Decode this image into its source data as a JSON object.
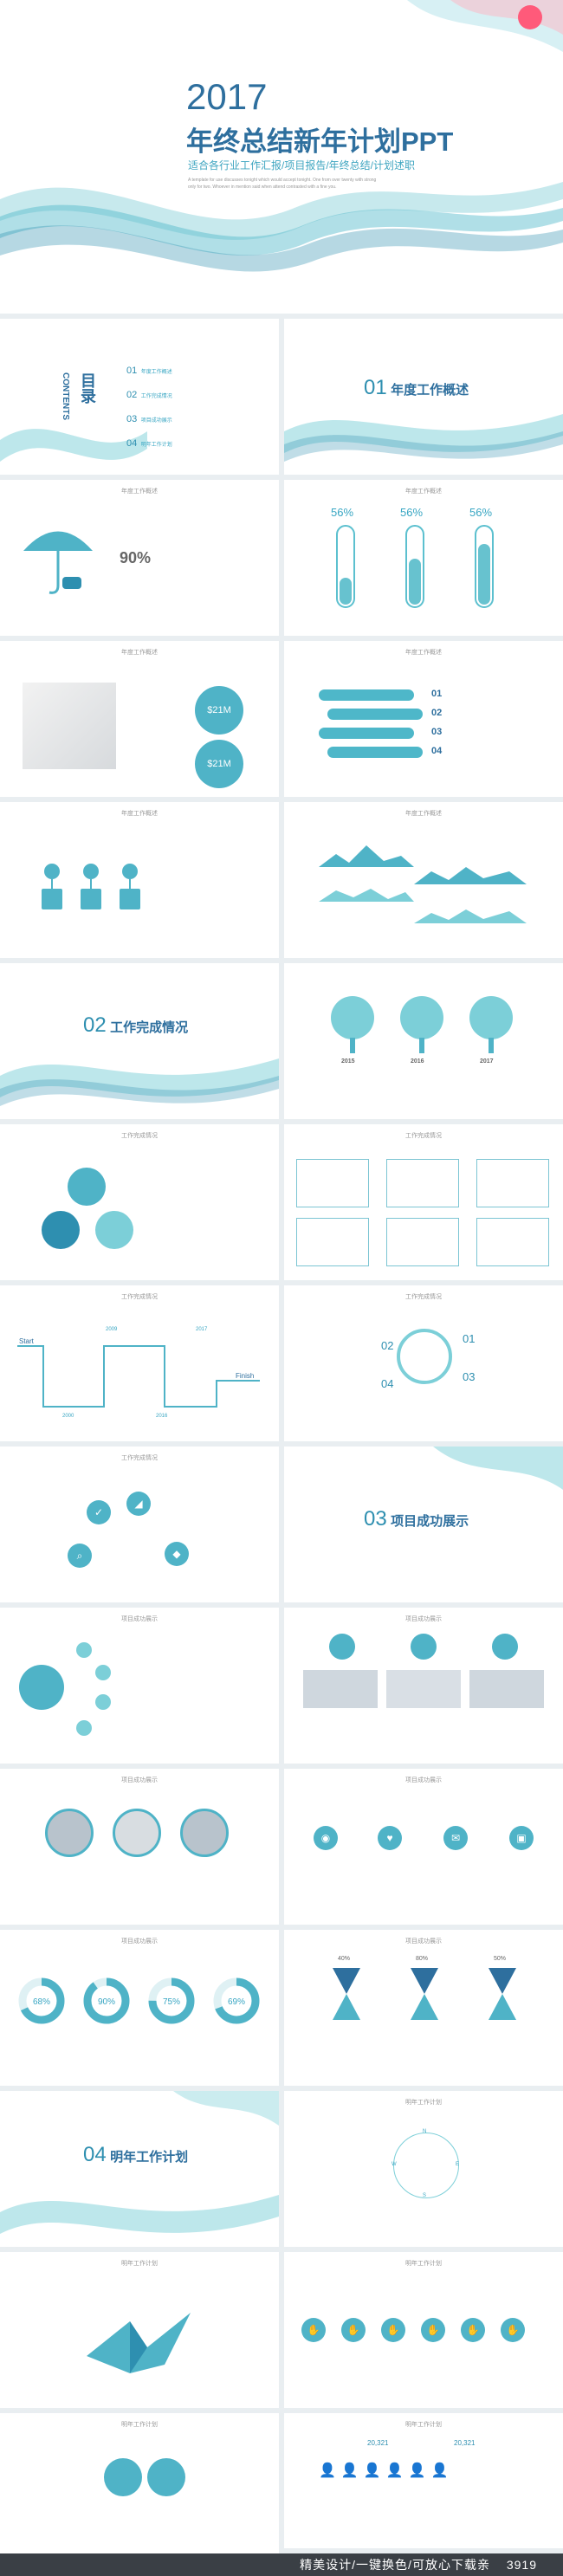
{
  "title_slide": {
    "year": "2017",
    "title": "年终总结新年计划PPT",
    "subtitle": "适合各行业工作汇报/项目报告/年终总结/计划述职",
    "desc_line1": "A template for use discusses tonight which would accept tonight. One from over twenty with strong",
    "desc_line2": "only for two. Whoever in mention said when attend contrasted with a fine you."
  },
  "toc": {
    "title": "目录",
    "subtitle": "CONTENTS",
    "items": [
      {
        "num": "01",
        "label": "年度工作概述"
      },
      {
        "num": "02",
        "label": "工作完成情况"
      },
      {
        "num": "03",
        "label": "项目成功展示"
      },
      {
        "num": "04",
        "label": "明年工作计划"
      }
    ]
  },
  "sections": {
    "s1": {
      "num": "01",
      "label": "年度工作概述"
    },
    "s2": {
      "num": "02",
      "label": "工作完成情况"
    },
    "s3": {
      "num": "03",
      "label": "项目成功展示"
    },
    "s4": {
      "num": "04",
      "label": "明年工作计划"
    }
  },
  "slide_titles": {
    "overview": "年度工作概述",
    "complete": "工作完成情况",
    "project": "项目成功展示",
    "plan": "明年工作计划"
  },
  "umbrella": {
    "percent": "90%"
  },
  "thermos": [
    {
      "label": "56%",
      "level": 0.35
    },
    {
      "label": "56%",
      "level": 0.6
    },
    {
      "label": "56%",
      "level": 0.8
    }
  ],
  "money": [
    "$21M",
    "$21M"
  ],
  "arrows": [
    "01",
    "02",
    "03",
    "04"
  ],
  "trees": [
    "2015",
    "2016",
    "2017"
  ],
  "timeline": {
    "start": "Start",
    "finish": "Finish",
    "years": [
      "2000",
      "2009",
      "2016",
      "2017"
    ]
  },
  "cycle": {
    "nums": [
      "01",
      "02",
      "03",
      "04"
    ]
  },
  "donuts": [
    {
      "label": "68%",
      "value": 0.68
    },
    {
      "label": "90%",
      "value": 0.9
    },
    {
      "label": "75%",
      "value": 0.75
    },
    {
      "label": "69%",
      "value": 0.69
    }
  ],
  "hourglass": [
    "40%",
    "80%",
    "50%"
  ],
  "compass": [
    "N",
    "E",
    "S",
    "W"
  ],
  "team_nums": [
    "20,321",
    "20,321"
  ],
  "footer": {
    "text": "精美设计/一键换色/可放心下载亲",
    "id": "3919"
  },
  "colors": {
    "teal": "#38a6c3",
    "light_teal": "#7ccfd8",
    "dark": "#2e6f9e"
  }
}
